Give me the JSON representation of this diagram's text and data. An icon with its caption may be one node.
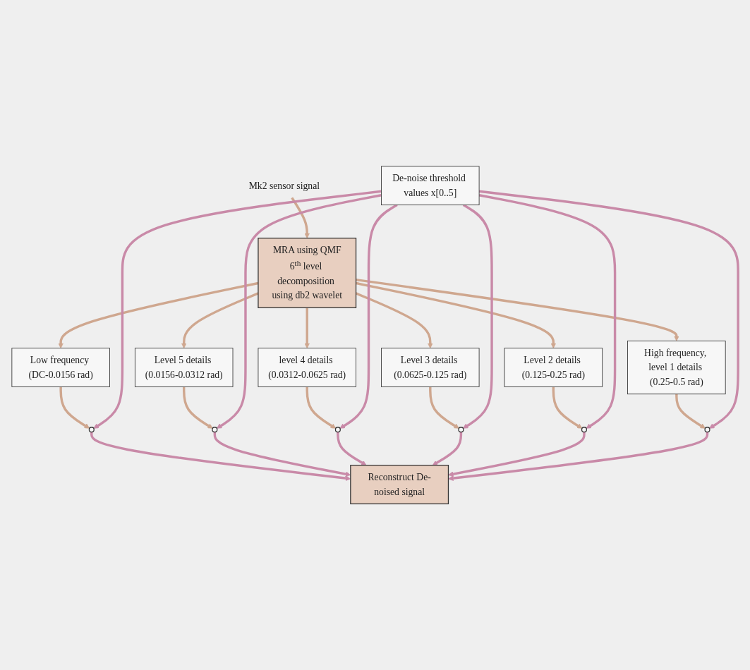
{
  "diagram": {
    "nodes": [
      {
        "text": [
          "Mk2 sensor signal"
        ]
      },
      {
        "text": [
          "MRA using QMF",
          "6$^{th}$ level decomposition using db2 wavelet"
        ]
      },
      {
        "text": [
          "De-noise threshold values x[0..5]"
        ]
      },
      {
        "text": [
          "High frequency, level 1 details (0.25-0.5 rad)"
        ]
      },
      {
        "text": [
          "Level 2 details (0.125-0.25 rad)"
        ]
      },
      {
        "text": [
          "Level 3 details (0.0625-0.125 rad)"
        ]
      },
      {
        "text": [
          "level 4 details (0.0312-0.0625 rad)"
        ]
      },
      {
        "text": [
          "Level 5 details (0.0156-0.0312 rad)"
        ]
      },
      {
        "text": [
          "Low frequency (DC-0.0156 rad)"
        ]
      },
      {
        "text": [],
        "shape": "circle"
      },
      {
        "text": [],
        "shape": "circle"
      },
      {
        "text": [],
        "shape": "circle"
      },
      {
        "text": [],
        "shape": "circle"
      },
      {
        "text": [],
        "shape": "circle"
      },
      {
        "text": [],
        "shape": "circle"
      },
      {
        "text": [
          "Reconstruct De-noised signal"
        ]
      }
    ],
    "edges": [
      {
        "from": 0,
        "to": 1,
        "arrow": "to"
      },
      {
        "from": 1,
        "to": 3,
        "arrow": "to"
      },
      {
        "from": 1,
        "to": 4,
        "arrow": "to"
      },
      {
        "from": 1,
        "to": 5,
        "arrow": "to"
      },
      {
        "from": 1,
        "to": 6,
        "arrow": "to"
      },
      {
        "from": 1,
        "to": 7,
        "arrow": "to"
      },
      {
        "from": 1,
        "to": 8,
        "arrow": "to"
      },
      {
        "from": 3,
        "to": 14,
        "arrow": "to"
      },
      {
        "from": 4,
        "to": 13,
        "arrow": "to"
      },
      {
        "from": 5,
        "to": 12,
        "arrow": "to"
      },
      {
        "from": 6,
        "to": 11,
        "arrow": "to"
      },
      {
        "from": 7,
        "to": 10,
        "arrow": "to"
      },
      {
        "from": 8,
        "to": 9,
        "arrow": "to"
      },
      {
        "from": 2,
        "to": 9,
        "arrow": "to",
        "color": "#c98aa8"
      },
      {
        "from": 2,
        "to": 10,
        "arrow": "to",
        "color": "#c98aa8"
      },
      {
        "from": 2,
        "to": 11,
        "arrow": "to",
        "color": "#c98aa8"
      },
      {
        "from": 2,
        "to": 12,
        "arrow": "to",
        "color": "#c98aa8"
      },
      {
        "from": 2,
        "to": 13,
        "arrow": "to",
        "color": "#c98aa8"
      },
      {
        "from": 2,
        "to": 14,
        "arrow": "to",
        "color": "#c98aa8"
      },
      {
        "from": 9,
        "to": 15,
        "arrow": "to",
        "color": "#c98aa8"
      },
      {
        "from": 10,
        "to": 15,
        "arrow": "to",
        "color": "#c98aa8"
      },
      {
        "from": 11,
        "to": 15,
        "arrow": "to",
        "color": "#c98aa8"
      },
      {
        "from": 12,
        "to": 15,
        "arrow": "to",
        "color": "#c98aa8"
      },
      {
        "from": 13,
        "to": 15,
        "arrow": "to",
        "color": "#c98aa8"
      },
      {
        "from": 14,
        "to": 15,
        "arrow": "to",
        "color": "#c98aa8"
      }
    ]
  }
}
